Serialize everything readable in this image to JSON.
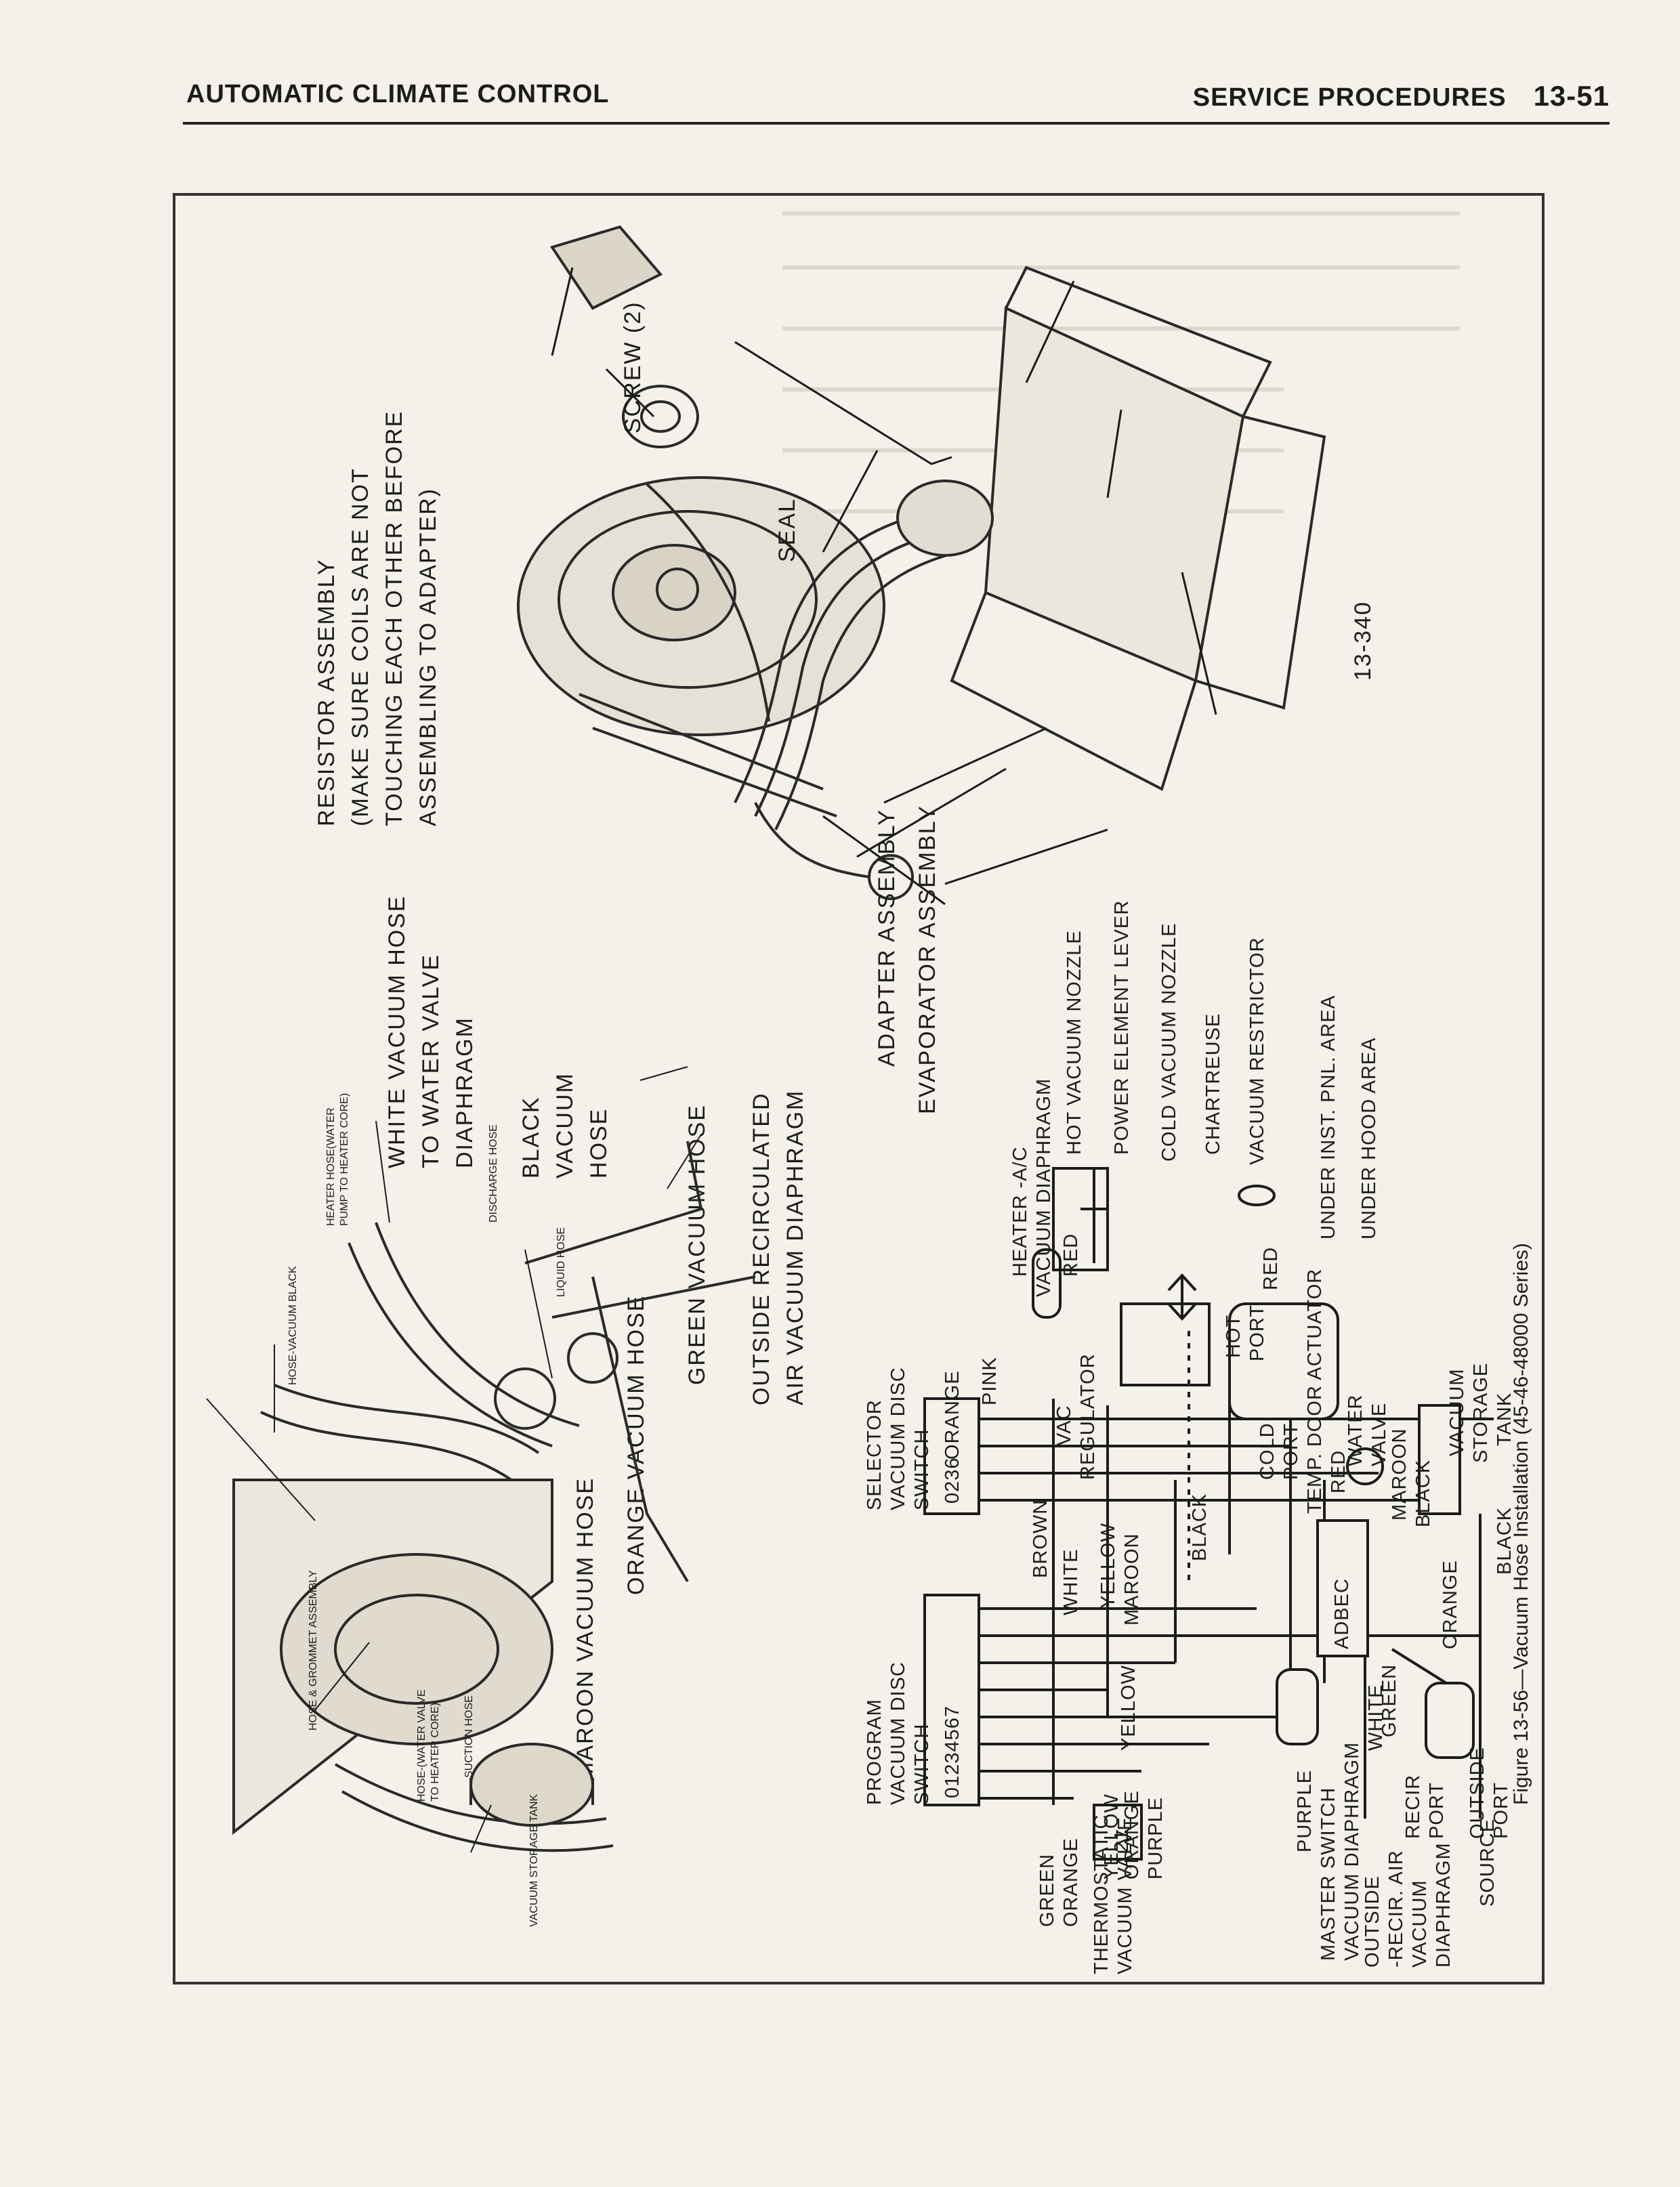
{
  "header": {
    "section": "AUTOMATIC CLIMATE CONTROL",
    "chapter": "SERVICE PROCEDURES",
    "page": "13-51"
  },
  "figure": {
    "number": "13-340",
    "caption": "Figure 13-56—Vacuum Hose Installation (45-46-48000 Series)",
    "right_labels": {
      "screw": "SCREW (2)",
      "seal": "SEAL",
      "resistor_1": "RESISTOR ASSEMBLY",
      "resistor_2": "(MAKE SURE COILS ARE NOT",
      "resistor_3": "TOUCHING EACH OTHER BEFORE",
      "resistor_4": "ASSEMBLING TO ADAPTER)",
      "white_hose_1": "WHITE VACUUM HOSE",
      "white_hose_2": "TO WATER VALVE",
      "white_hose_3": "DIAPHRAGM",
      "black_hose_1": "BLACK",
      "black_hose_2": "VACUUM",
      "black_hose_3": "HOSE",
      "maroon_hose": "MAROON VACUUM HOSE",
      "orange_hose": "ORANGE VACUUM HOSE",
      "green_hose": "GREEN VACUUM HOSE",
      "outside_recirc_1": "OUTSIDE RECIRCULATED",
      "outside_recirc_2": "AIR VACUUM DIAPHRAGM",
      "adapter": "ADAPTER ASSEMBLY",
      "evaporator": "EVAPORATOR ASSEMBLY"
    },
    "left_labels": {
      "hose_vacuum_black": "HOSE-VACUUM BLACK",
      "heater_hose_1": "HEATER HOSE(WATER",
      "heater_hose_2": "PUMP TO HEATER CORE)",
      "hose_grommet": "HOSE & GROMMET ASSEMBLY",
      "hose_water_valve_1": "HOSE-(WATER VALVE",
      "hose_water_valve_2": "TO HEATER CORE)",
      "suction_hose": "SUCTION HOSE",
      "discharge_hose": "DISCHARGE HOSE",
      "liquid_hose": "LIQUID HOSE",
      "vacuum_storage_tank": "VACUUM STORAGE TANK"
    },
    "diagram_labels": {
      "selector_1": "SELECTOR",
      "selector_2": "VACUUM DISC",
      "selector_3": "SWITCH",
      "selector_ports": "0236",
      "program_1": "PROGRAM",
      "program_2": "VACUUM DISC",
      "program_3": "SWITCH",
      "program_ports": "01234567",
      "orange": "ORANGE",
      "pink": "PINK",
      "heater_ac_1": "HEATER -A/C",
      "heater_ac_2": "VACUUM DIAPHRAGM",
      "red": "RED",
      "hot_nozzle": "HOT VACUUM NOZZLE",
      "power_element": "POWER ELEMENT LEVER",
      "cold_nozzle": "COLD VACUUM NOZZLE",
      "chartreuse": "CHARTREUSE",
      "vacuum_restrictor": "VACUUM RESTRICTOR",
      "under_inst": "UNDER INST. PNL. AREA",
      "under_hood": "UNDER HOOD AREA",
      "brown": "BROWN",
      "white": "WHITE",
      "yellow": "YELLOW",
      "maroon": "MAROON",
      "vac_regulator_1": "VAC",
      "vac_regulator_2": "REGULATOR",
      "black": "BLACK",
      "hot_port_1": "HOT",
      "hot_port_2": "PORT",
      "cold_port_1": "COLD",
      "cold_port_2": "PORT",
      "temp_door": "TEMP. DOOR ACTUATOR",
      "water_valve_1": "WATER",
      "water_valve_2": "VALVE",
      "vacuum_tank_1": "VACUUM",
      "vacuum_tank_2": "STORAGE",
      "vacuum_tank_3": "TANK",
      "connector": "ADBEC",
      "purple": "PURPLE",
      "green": "GREEN",
      "thermo_1": "THERMOSTATIC",
      "thermo_2": "VACUUM VALVE",
      "thermo_ports": "21",
      "master_1": "MASTER SWITCH",
      "master_2": "VACUUM DIAPHRAGM",
      "recir_port_1": "RECIR",
      "recir_port_2": "PORT",
      "outside_port_1": "OUTSIDE",
      "outside_port_2": "PORT",
      "outside_diaph_1": "OUTSIDE",
      "outside_diaph_2": "-RECIR. AIR",
      "outside_diaph_3": "VACUUM",
      "outside_diaph_4": "DIAPHRAGM",
      "source": "SOURCE"
    }
  }
}
